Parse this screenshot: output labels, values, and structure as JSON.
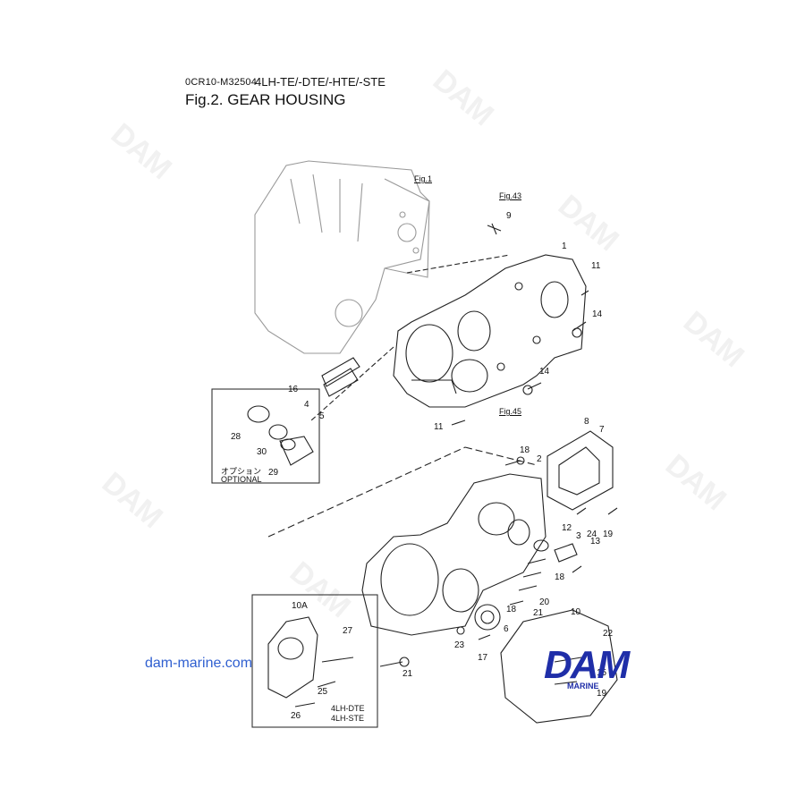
{
  "header": {
    "code": "0CR10-M32504",
    "models": "4LH-TE/-DTE/-HTE/-STE",
    "title": "Fig.2.  GEAR HOUSING"
  },
  "references": [
    "Fig.1",
    "Fig.43",
    "Fig.45"
  ],
  "optional_box": {
    "label_jp": "オプション",
    "label_en": "OPTIONAL",
    "parts": [
      "28",
      "30",
      "29"
    ]
  },
  "variant_box": {
    "parts": [
      "10A",
      "27",
      "25",
      "26"
    ],
    "models": [
      "4LH-DTE",
      "4LH-STE"
    ]
  },
  "part_numbers": [
    "1",
    "2",
    "3",
    "4",
    "5",
    "6",
    "7",
    "8",
    "9",
    "10",
    "11",
    "11",
    "12",
    "13",
    "14",
    "14",
    "15",
    "16",
    "17",
    "18",
    "18",
    "18",
    "19",
    "19",
    "20",
    "21",
    "21",
    "22",
    "23",
    "24"
  ],
  "website": "dam-marine.com",
  "brand": {
    "name": "DAM",
    "sub": "MARINE",
    "color": "#1f2ea8"
  },
  "watermark": "DAM"
}
